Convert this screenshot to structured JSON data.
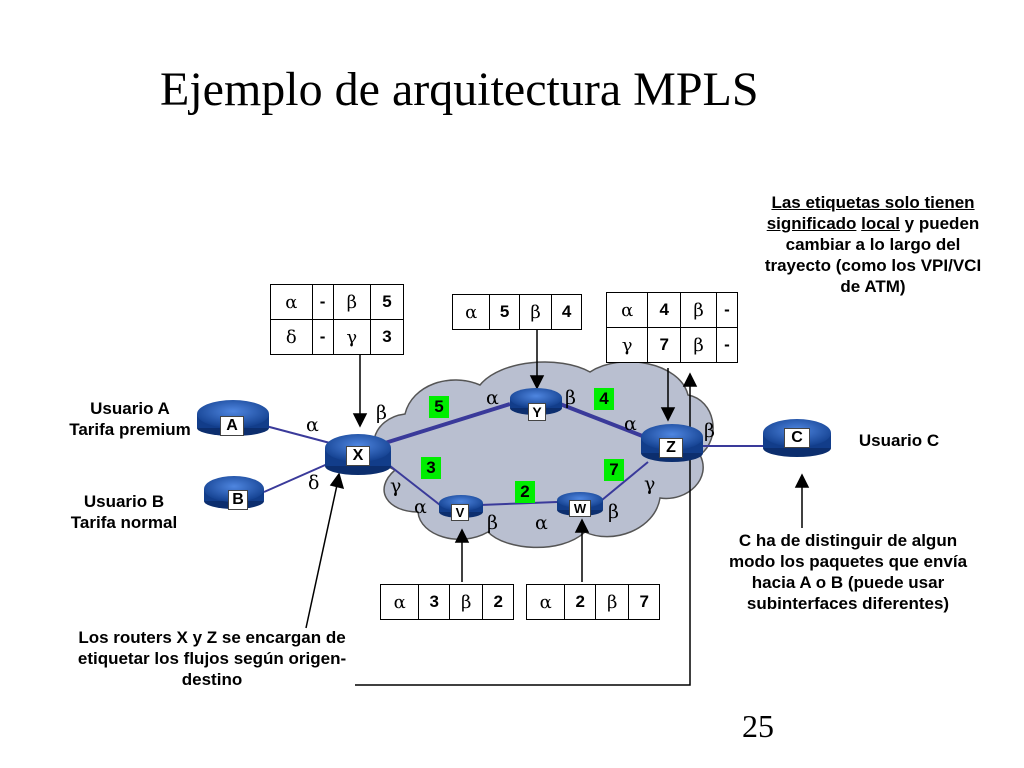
{
  "title": "Ejemplo de arquitectura MPLS",
  "slide_number": "25",
  "note_top": {
    "part1": "Las etiquetas solo tienen significado",
    "underlined": "local",
    "part2": "y pueden cambiar a lo largo del trayecto  (como los VPI/VCI de ATM)"
  },
  "users": {
    "a_line1": "Usuario A",
    "a_line2": "Tarifa premium",
    "b_line1": "Usuario B",
    "b_line2": "Tarifa normal",
    "c": "Usuario C"
  },
  "note_c": "C ha de distinguir de algun modo los paquetes que envía hacia A o B (puede usar subinterfaces diferentes)",
  "note_xz": "Los routers X y Z se encargan de etiquetar los flujos según origen-destino",
  "routers": {
    "A": "A",
    "B": "B",
    "C": "C",
    "X": "X",
    "Y": "Y",
    "Z": "Z",
    "V": "V",
    "W": "W"
  },
  "tables": {
    "x": [
      [
        "α",
        "-",
        "β",
        "5"
      ],
      [
        "δ",
        "-",
        "γ",
        "3"
      ]
    ],
    "y": [
      [
        "α",
        "5",
        "β",
        "4"
      ]
    ],
    "z": [
      [
        "α",
        "4",
        "β",
        "-"
      ],
      [
        "γ",
        "7",
        "β",
        "-"
      ]
    ],
    "v": [
      [
        "α",
        "3",
        "β",
        "2"
      ]
    ],
    "w": [
      [
        "α",
        "2",
        "β",
        "7"
      ]
    ]
  },
  "link_labels": {
    "xy": "5",
    "yz": "4",
    "xv": "3",
    "vw": "2",
    "wz": "7"
  },
  "interfaces": {
    "x_alpha": "α",
    "x_beta": "β",
    "x_delta": "δ",
    "x_gamma": "γ",
    "y_alpha": "α",
    "y_beta": "β",
    "z_alpha": "α",
    "z_beta": "β",
    "z_gamma": "γ",
    "v_alpha": "α",
    "v_beta": "β",
    "w_alpha": "α",
    "w_beta": "β"
  },
  "colors": {
    "link": "#3a3a9a",
    "cloud": "#b9bfd0",
    "router": "#1f56b3",
    "label_bg": "#00ee00"
  }
}
